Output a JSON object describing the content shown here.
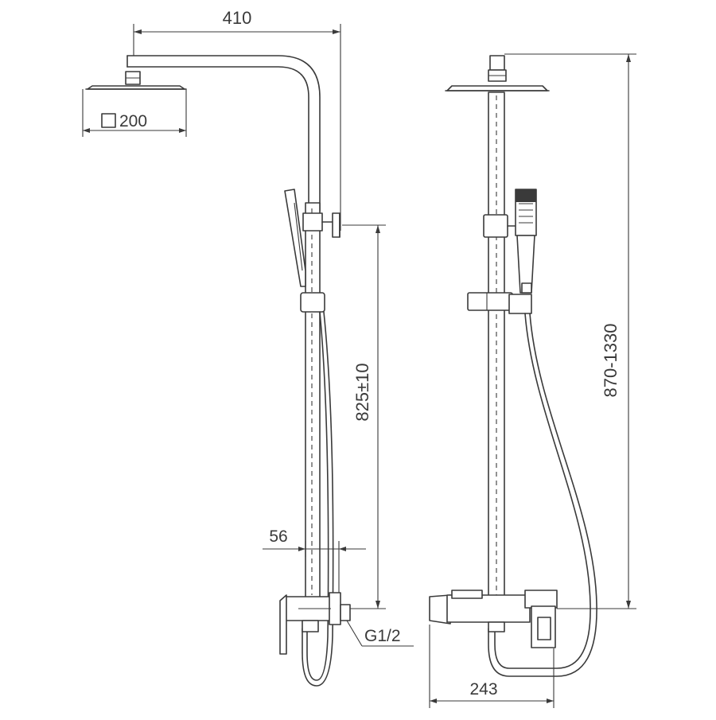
{
  "dimensions": {
    "arm_reach": "410",
    "head_size": "200",
    "slide_rail_height": "825±10",
    "mixer_offset": "56",
    "inlet_thread": "G1/2",
    "total_height": "870-1330",
    "mixer_width": "243"
  },
  "colors": {
    "line": "#3a3a3a",
    "background": "#ffffff"
  }
}
